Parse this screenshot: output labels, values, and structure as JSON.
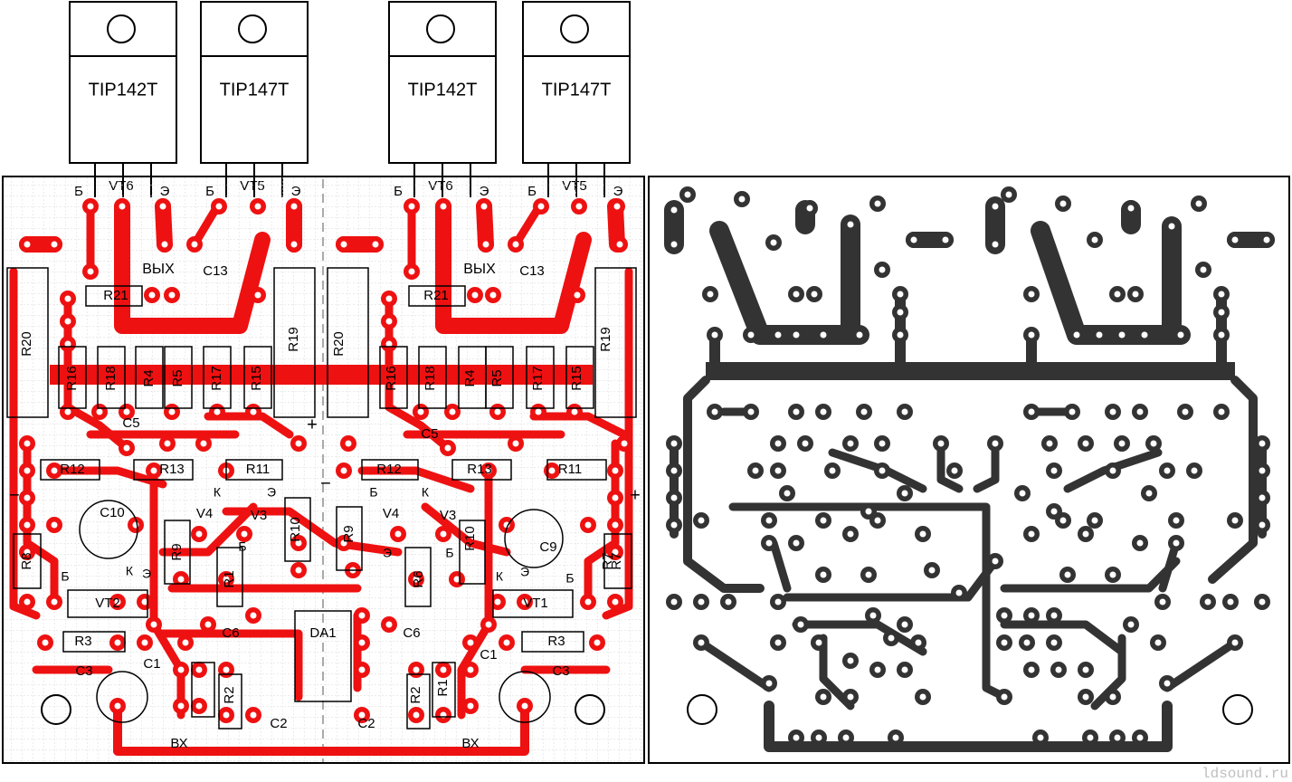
{
  "transistors": [
    {
      "part": "TIP142T",
      "ref": "VT6"
    },
    {
      "part": "TIP147T",
      "ref": "VT5"
    },
    {
      "part": "TIP142T",
      "ref": "VT6"
    },
    {
      "part": "TIP147T",
      "ref": "VT5"
    }
  ],
  "pins": {
    "base": "Б",
    "collector": "К",
    "emitter": "Э"
  },
  "board_labels": {
    "output": "ВЫХ",
    "input": "ВХ",
    "plus": "+",
    "minus": "−",
    "chip": "DA1"
  },
  "components_left": [
    "R20",
    "R21",
    "C13",
    "R19",
    "R16",
    "R18",
    "R4",
    "R5",
    "R17",
    "R15",
    "C5",
    "R12",
    "R13",
    "R11",
    "C10",
    "V4",
    "V3",
    "R10",
    "R8",
    "R9",
    "R1",
    "VT2",
    "R3",
    "C6",
    "C3",
    "C1",
    "R7",
    "R2",
    "C2"
  ],
  "components_right": [
    "R20",
    "R21",
    "C13",
    "R19",
    "R16",
    "R18",
    "R4",
    "R5",
    "R17",
    "R15",
    "C5",
    "R12",
    "R13",
    "R11",
    "C9",
    "V4",
    "V3",
    "R10",
    "R9",
    "R6",
    "VT1",
    "R7",
    "R3",
    "C6",
    "C3",
    "C1",
    "R1",
    "R2",
    "C2"
  ],
  "watermark": "ldsound.ru",
  "colors": {
    "copper": "#ee1111",
    "trace_dark": "#333333",
    "grid": "#cfcfcf"
  }
}
